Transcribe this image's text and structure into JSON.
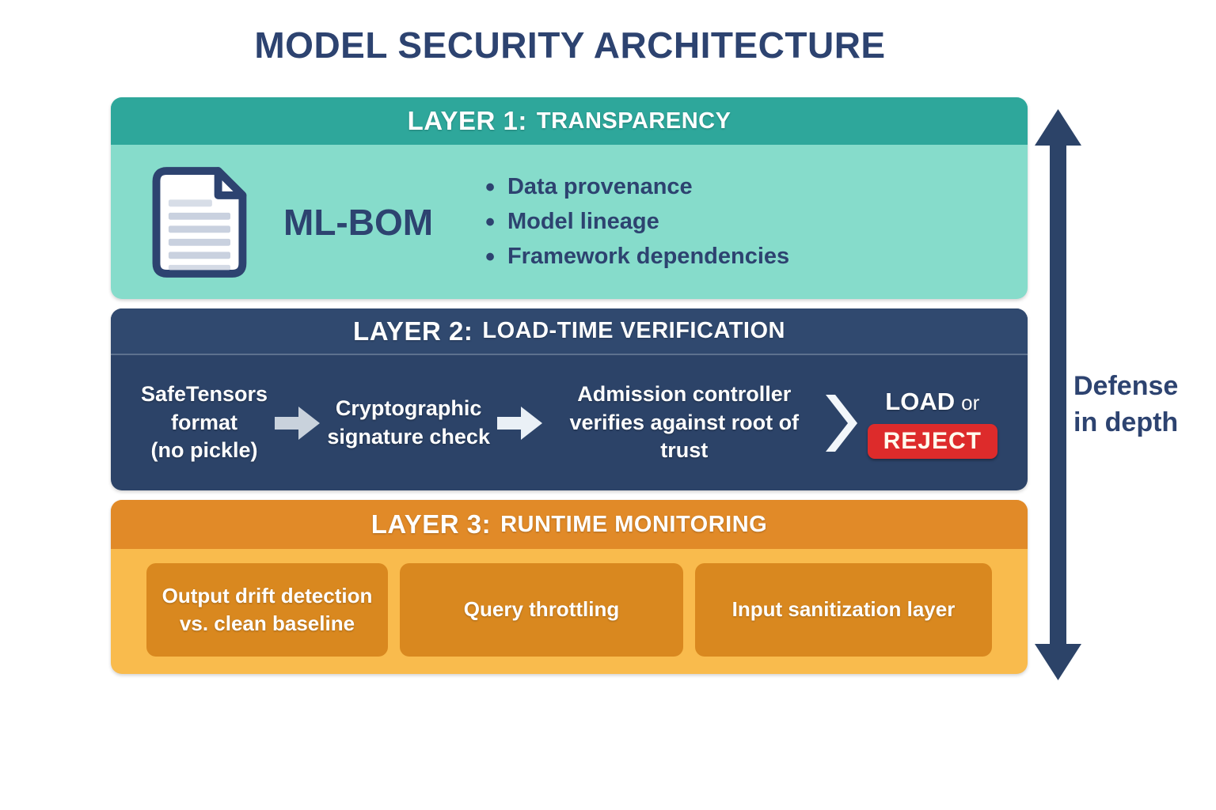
{
  "title": "MODEL SECURITY ARCHITECTURE",
  "colors": {
    "navy-text": "#2D4370",
    "teal-header": "#2EA79B",
    "teal-body": "#86DCCB",
    "navy-panel": "#2C4368",
    "navy-header": "#30496F",
    "orange-header": "#E18A28",
    "orange-body": "#F9BB4D",
    "orange-box": "#D9881F",
    "red": "#DD2B2B",
    "arrow-gray": "#C9D2DC",
    "arrow-light": "#EAF0F6",
    "chevron-white": "#F2F6FA",
    "side-arrow": "#2C4368",
    "doc-line": "#C9D1DF"
  },
  "layer1": {
    "header_prefix": "LAYER 1:",
    "header_title": "TRANSPARENCY",
    "artifact_label": "ML-BOM",
    "bullets": [
      "Data provenance",
      "Model lineage",
      "Framework dependencies"
    ]
  },
  "layer2": {
    "header_prefix": "LAYER 2:",
    "header_title": "LOAD-TIME VERIFICATION",
    "steps": [
      {
        "lines": [
          "SafeTensors",
          "format",
          "(no pickle)"
        ]
      },
      {
        "lines": [
          "Cryptographic",
          "signature check"
        ]
      },
      {
        "lines": [
          "Admission controller",
          "verifies against root of trust"
        ]
      }
    ],
    "outcome": {
      "load": "LOAD",
      "or": "or",
      "reject": "REJECT"
    }
  },
  "layer3": {
    "header_prefix": "LAYER 3:",
    "header_title": "RUNTIME MONITORING",
    "boxes": [
      "Output drift detection vs. clean baseline",
      "Query throttling",
      "Input sanitization layer"
    ]
  },
  "defense": {
    "line1": "Defense",
    "line2": "in depth"
  }
}
